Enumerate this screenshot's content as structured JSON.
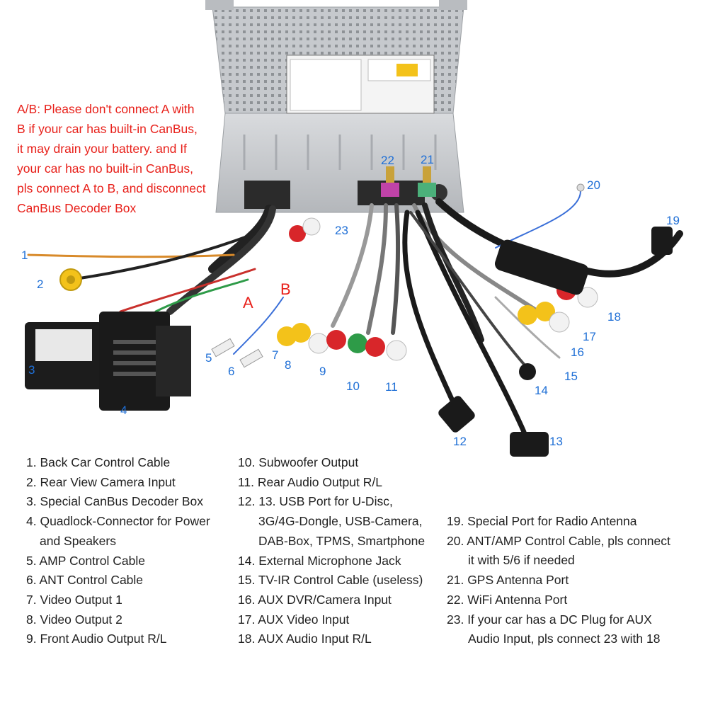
{
  "warning": {
    "lines": [
      "A/B: Please don't connect A with",
      "B if your car has built-in CanBus,",
      "it may drain your battery. and If",
      "your car has no built-in CanBus,",
      "pls connect A to B, and disconnect",
      "CanBus Decoder Box"
    ]
  },
  "connector_labels": {
    "a": "A",
    "b": "B",
    "n1": "1",
    "n2": "2",
    "n3": "3",
    "n4": "4",
    "n5": "5",
    "n6": "6",
    "n7": "7",
    "n8": "8",
    "n9": "9",
    "n10": "10",
    "n11": "11",
    "n12": "12",
    "n13": "13",
    "n14": "14",
    "n15": "15",
    "n16": "16",
    "n17": "17",
    "n18": "18",
    "n19": "19",
    "n20": "20",
    "n21": "21",
    "n22": "22",
    "n23": "23"
  },
  "legend": {
    "col1": [
      "1. Back Car Control Cable",
      "2. Rear View Camera Input",
      "3. Special CanBus Decoder Box",
      "4. Quadlock-Connector for Power",
      "and Speakers",
      "5. AMP Control Cable",
      "6. ANT Control Cable",
      "7. Video Output 1",
      "8. Video Output 2",
      "9. Front Audio Output R/L"
    ],
    "col2": [
      "10. Subwoofer Output",
      "11. Rear Audio Output R/L",
      "12. 13. USB Port for U-Disc,",
      "3G/4G-Dongle, USB-Camera,",
      "DAB-Box, TPMS, Smartphone",
      "14. External Microphone Jack",
      "15. TV-IR Control Cable (useless)",
      "16. AUX DVR/Camera Input",
      "17. AUX Video Input",
      "18. AUX Audio Input R/L"
    ],
    "col3": [
      "19. Special Port for Radio Antenna",
      "20. ANT/AMP Control Cable, pls connect",
      "it with 5/6 if needed",
      "21. GPS Antenna Port",
      "22. WiFi Antenna Port",
      "23. If your car has a DC Plug for AUX",
      "Audio Input, pls connect 23 with 18"
    ]
  },
  "colors": {
    "warning_red": "#e8201a",
    "label_blue": "#1f6fd6",
    "rca_yellow": "#f3c21a",
    "rca_red": "#d8262a",
    "rca_white": "#f2f2f2",
    "rca_green": "#2e9b48",
    "unit_silver": "#c9ccd0"
  }
}
